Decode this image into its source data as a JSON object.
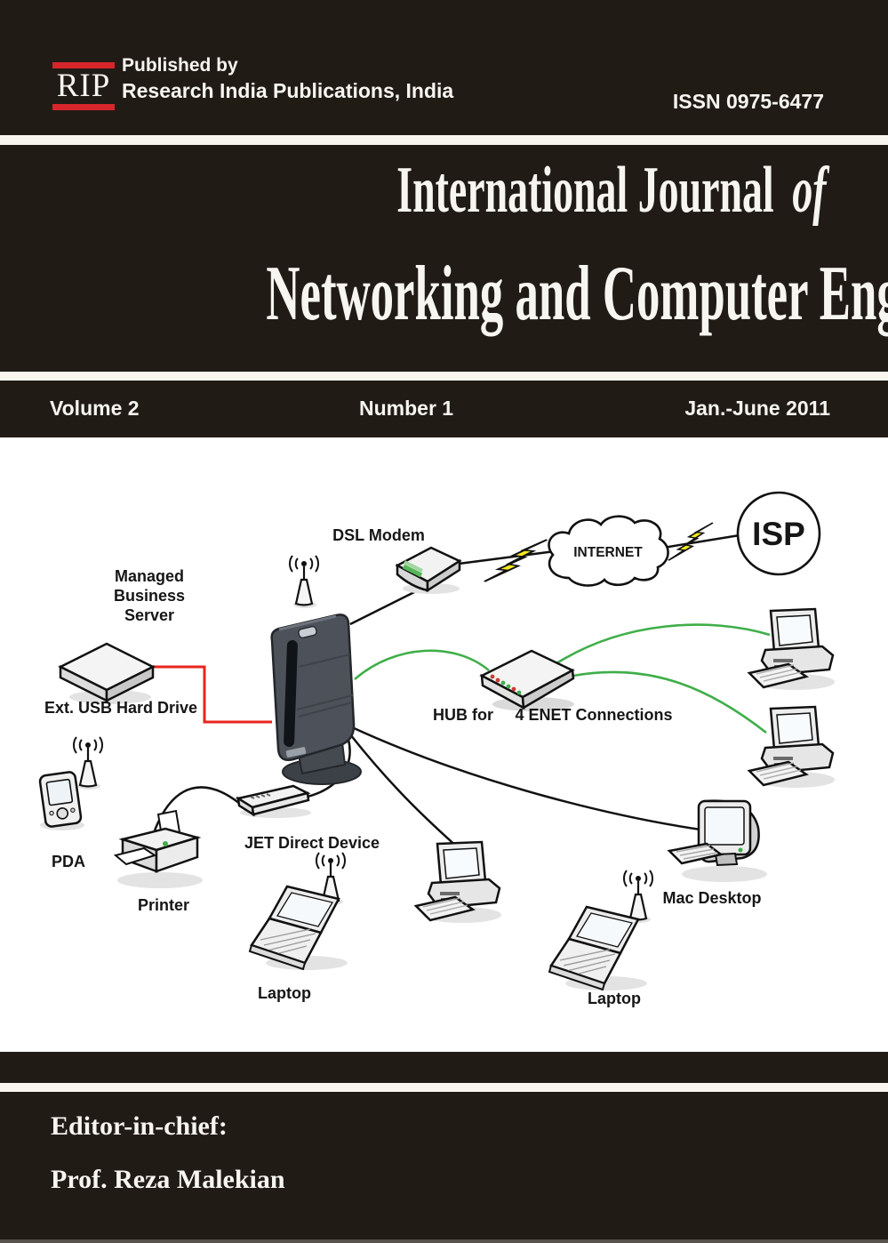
{
  "header": {
    "logo": "RIP",
    "published_line1": "Published by",
    "published_line2": "Research India Publications, India",
    "issn": "ISSN 0975-6477"
  },
  "title": {
    "line1": "International Journal",
    "line1_suffix": "of",
    "line2": "Networking and Computer Engineering"
  },
  "issue": {
    "volume": "Volume 2",
    "number": "Number 1",
    "period": "Jan.-June 2011"
  },
  "diagram": {
    "labels": {
      "dsl_modem": "DSL Modem",
      "internet": "INTERNET",
      "isp": "ISP",
      "managed_server_line1": "Managed",
      "managed_server_line2": "Business",
      "managed_server_line3": "Server",
      "usb_drive": "Ext. USB Hard Drive",
      "hub_left": "HUB for",
      "hub_right": "4 ENET Connections",
      "pda": "PDA",
      "printer": "Printer",
      "jet_device": "JET Direct Device",
      "laptop_left": "Laptop",
      "laptop_right": "Laptop",
      "mac_desktop": "Mac Desktop"
    },
    "colors": {
      "background_dark": "#211b16",
      "accent_red": "#d6252b",
      "usb_wire_red": "#e8251d",
      "ethernet_green": "#3fae49",
      "isp_blue": "#2e3192",
      "bolt_yellow": "#f6e821"
    }
  },
  "footer": {
    "role": "Editor-in-chief:",
    "name": "Prof. Reza Malekian"
  }
}
